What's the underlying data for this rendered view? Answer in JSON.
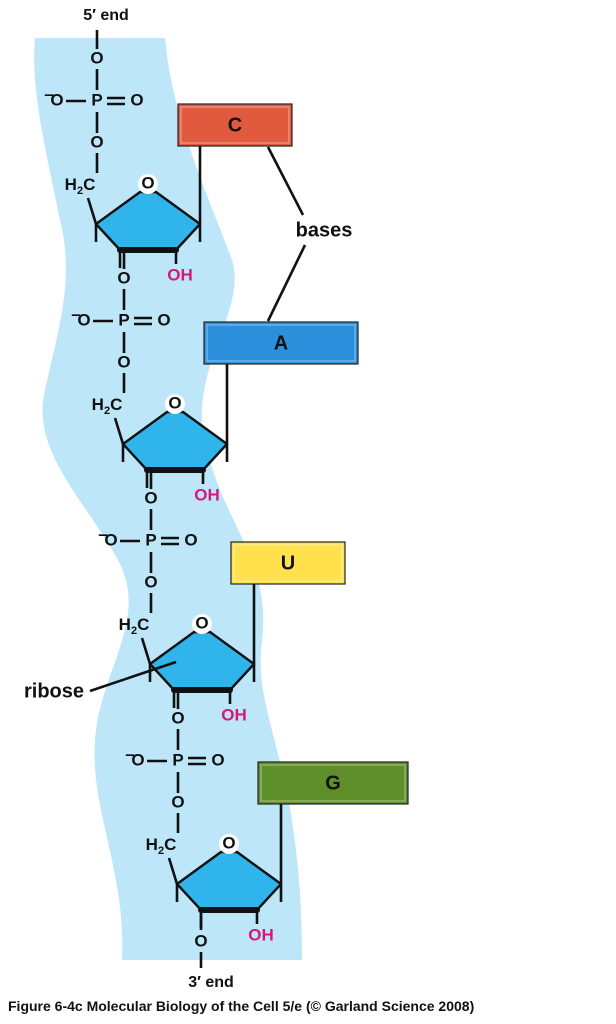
{
  "labels": {
    "five_end": "5′ end",
    "three_end": "3′ end",
    "bases_callout": "bases",
    "ribose_callout": "ribose",
    "oxygen": "O",
    "phosphorus": "P",
    "hydroxyl": "OH",
    "h2c_h": "H",
    "h2c_sub": "2",
    "h2c_c": "C",
    "minus": "–"
  },
  "bases": [
    {
      "letter": "C",
      "color": "#e05a3e"
    },
    {
      "letter": "A",
      "color": "#2b8fdc"
    },
    {
      "letter": "U",
      "color": "#ffe14d"
    },
    {
      "letter": "G",
      "color": "#5e8f2b"
    }
  ],
  "colors": {
    "backbone_band": "#bde6f8",
    "ribose_fill": "#2fb4ec",
    "hydroxyl_text": "#d6177e"
  },
  "caption": "Figure 6-4c  Molecular Biology of the Cell 5/e (© Garland Science 2008)"
}
